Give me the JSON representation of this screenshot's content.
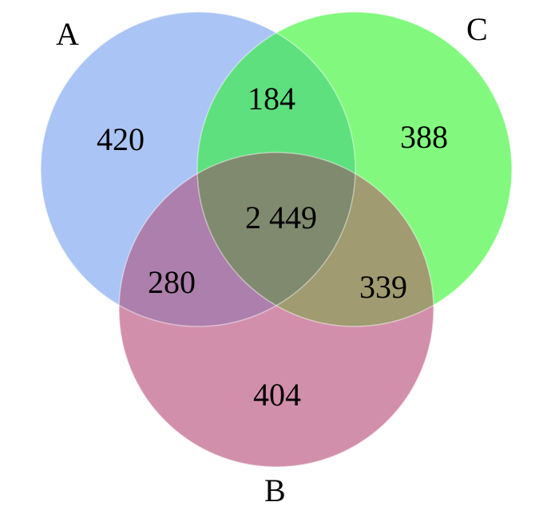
{
  "sets": [
    {
      "id": "A",
      "label": "A",
      "color": "#aac4f5"
    },
    {
      "id": "B",
      "label": "B",
      "color": "#d28fab"
    },
    {
      "id": "C",
      "label": "C",
      "color": "#82f97e"
    }
  ],
  "regions": {
    "a_only": "420",
    "c_only": "388",
    "b_only": "404",
    "a_c": "184",
    "a_b": "280",
    "b_c": "339",
    "a_b_c": "2 449"
  },
  "region_colors": {
    "a_c": "#5ee07e",
    "a_b": "#ad7fac",
    "b_c": "#a09b70",
    "a_b_c": "#808a6e"
  }
}
